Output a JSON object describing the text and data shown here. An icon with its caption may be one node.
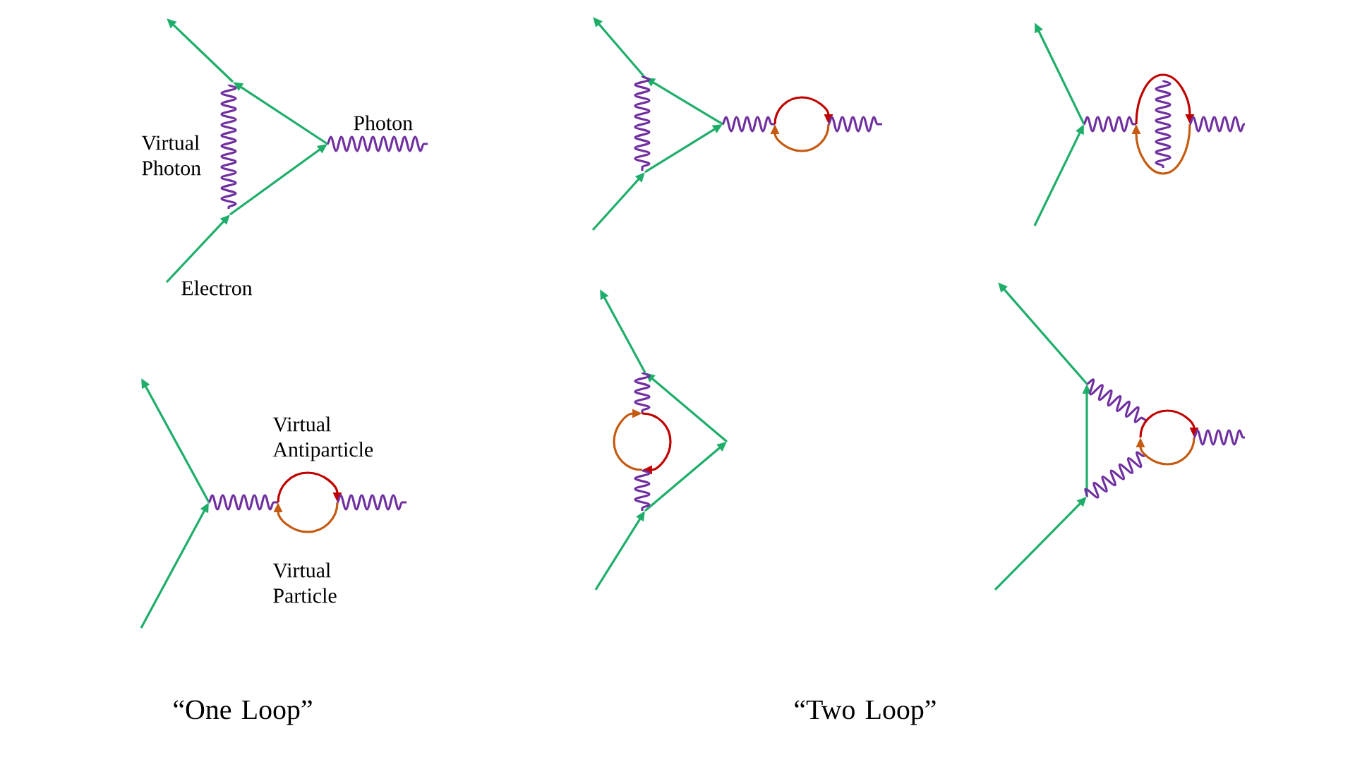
{
  "diagram": {
    "labels": [
      "Virtual Photon",
      "Photon",
      "Electron",
      "Virtual Antiparticle",
      "Virtual Particle",
      "“One Loop”",
      "“Two Loop”"
    ]
  }
}
